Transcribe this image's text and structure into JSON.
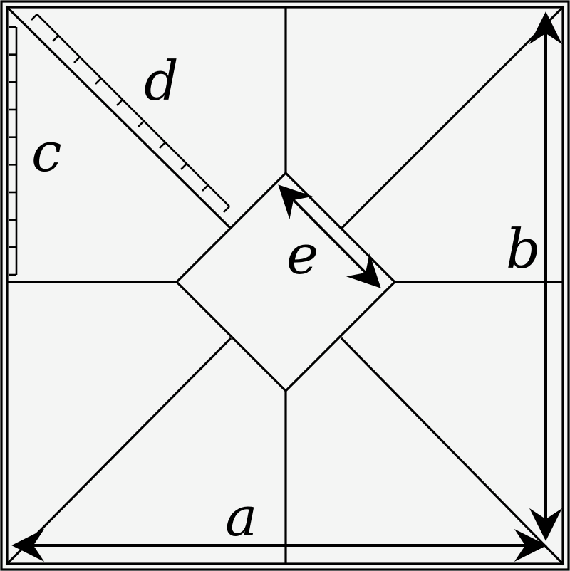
{
  "diagram": {
    "labels": {
      "a": "a",
      "b": "b",
      "c": "c",
      "d": "d",
      "e": "e"
    },
    "colors": {
      "background": "#f4f5f4",
      "ink": "#000000"
    }
  }
}
